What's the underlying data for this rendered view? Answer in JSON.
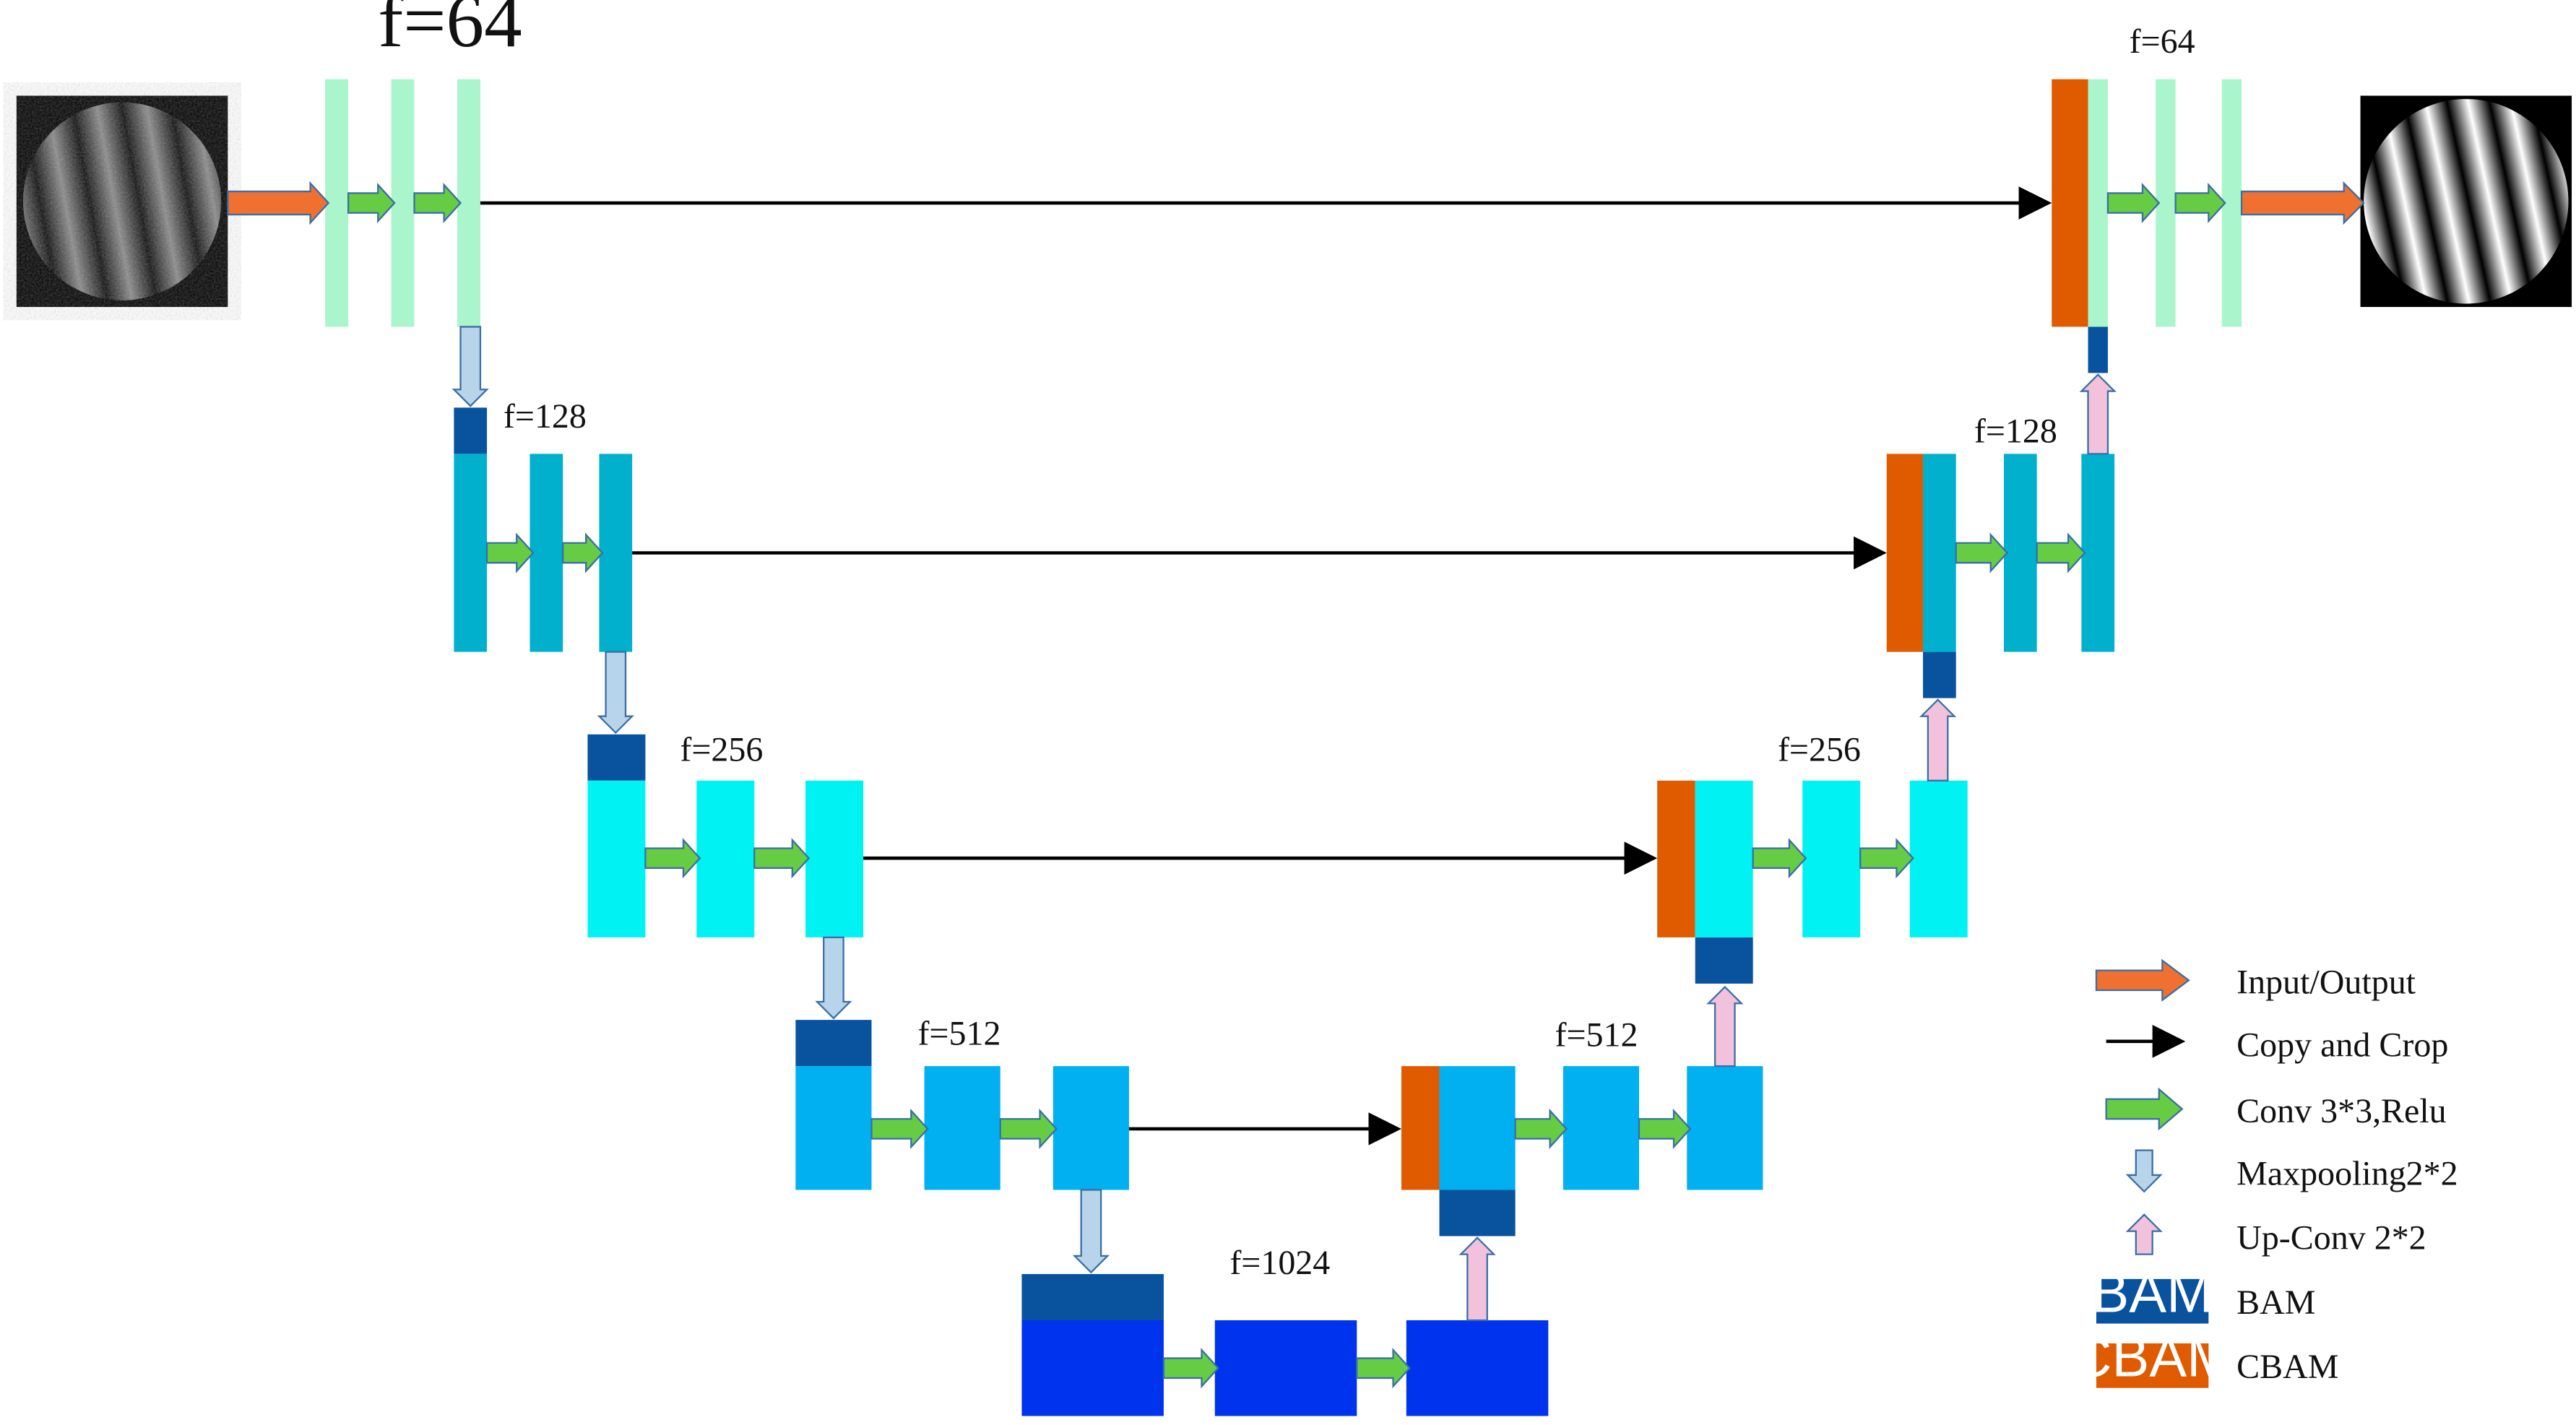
{
  "filters": {
    "enc1": "f=64",
    "enc2": "f=128",
    "enc3": "f=256",
    "enc4": "f=512",
    "bottom": "f=1024",
    "dec4": "f=512",
    "dec3": "f=256",
    "dec2": "f=128",
    "dec1": "f=64"
  },
  "legend": {
    "input_output": "Input/Output",
    "copy_crop": "Copy and Crop",
    "conv": "Conv 3*3,Relu",
    "maxpool": "Maxpooling2*2",
    "upconv": "Up-Conv 2*2",
    "bam": "BAM",
    "bam_tag": "BAM",
    "cbam": "CBAM",
    "cbam_tag": "CBAM"
  },
  "colors": {
    "level1": "#aaf5cc",
    "level2": "#00b0cc",
    "level3": "#00f2f2",
    "level4": "#00b0f0",
    "level5": "#0033ee",
    "bam": "#08529e",
    "cbam": "#e05a00",
    "io_arrow": "#f07030",
    "conv_arrow": "#66cc44",
    "maxpool_arrow": "#b8d4ea",
    "upconv_arrow": "#f2c2dc",
    "copy_arrow": "#000000"
  },
  "images": {
    "input": "noisy-fringe-pattern",
    "output": "clean-fringe-pattern"
  }
}
